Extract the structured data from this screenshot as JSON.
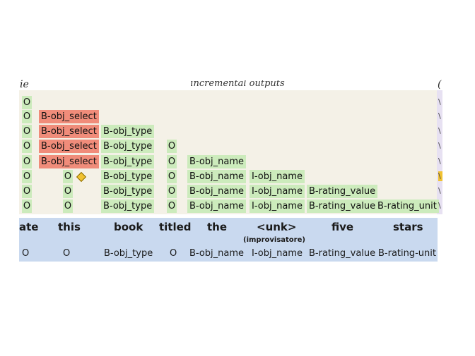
{
  "header": {
    "title": "incremental outputs",
    "left_fragment": "ie",
    "right_fragment": "("
  },
  "rows": [
    [
      "O"
    ],
    [
      "O",
      "B-obj_select"
    ],
    [
      "O",
      "B-obj_select",
      "B-obj_type"
    ],
    [
      "O",
      "B-obj_select",
      "B-obj_type",
      "O"
    ],
    [
      "O",
      "B-obj_select",
      "B-obj_type",
      "O",
      "B-obj_name"
    ],
    [
      "O",
      "O",
      "B-obj_type",
      "O",
      "B-obj_name",
      "I-obj_name"
    ],
    [
      "O",
      "O",
      "B-obj_type",
      "O",
      "B-obj_name",
      "I-obj_name",
      "B-rating_value"
    ],
    [
      "O",
      "O",
      "B-obj_type",
      "O",
      "B-obj_name",
      "I-obj_name",
      "B-rating_value",
      "B-rating_unit"
    ]
  ],
  "tokens": [
    "ate",
    "this",
    "book",
    "titled",
    "the",
    "<unk>",
    "five",
    "stars"
  ],
  "unk_subtitle": "(improvisatore)",
  "final_labels": [
    "O",
    "O",
    "B-obj_type",
    "O",
    "B-obj_name",
    "I-obj_name",
    "B-rating_value",
    "B-rating-unit"
  ],
  "right_edge_marks": [
    "\\",
    "\\",
    "\\",
    "\\",
    "\\",
    "\\",
    "\\",
    "\\"
  ],
  "colors": {
    "panel_bg": "#f4f1e7",
    "green_cell": "#ccebbc",
    "red_cell": "#f08c7a",
    "token_bar": "#c9d9ef",
    "restart_marker": "#f1c232"
  }
}
